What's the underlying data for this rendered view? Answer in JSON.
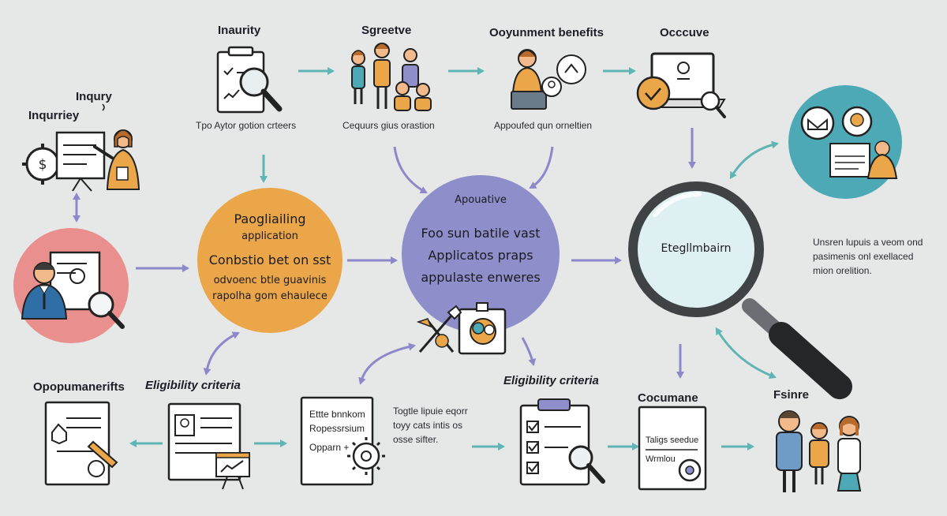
{
  "top": {
    "inquiry": {
      "title": "Inaurity",
      "caption": "Tpo Aytor gotion crteers"
    },
    "service": {
      "title": "Sgreetve",
      "caption": "Cequurs gius orastion"
    },
    "benefits": {
      "title": "Ooyunment benefits",
      "caption": "Appoufed qun orneltien"
    },
    "occur": {
      "title": "Occcuve"
    }
  },
  "left": {
    "inquiry_label_1": "Inqury",
    "inquiry_label_2": "Inqurriey"
  },
  "orange_circle": {
    "title_1": "Paogliailing",
    "title_2": "application",
    "line_1": "Conbstio bet on sst",
    "line_2": "odvoenc btle guavinis",
    "line_3": "rapolha gom ehaulece"
  },
  "purple_circle": {
    "title": "Apouative",
    "line_1": "Foo sun batile vast",
    "line_2": "Applicatos praps",
    "line_3": "appulaste enweres"
  },
  "magnifier": {
    "label": "Etegllmbairn"
  },
  "right_note": {
    "line_1": "Unsren lupuis a veom ond",
    "line_2": "pasimenis onl exellaced",
    "line_3": "mion orelition."
  },
  "bottom": {
    "opportunities": "Opopumanerifts",
    "eligibility_1": "Eligibility criteria",
    "doc_lines": [
      "Ettte bnnkom",
      "Ropessrsium",
      "Opparn +"
    ],
    "toggle_note": [
      "Togtle lipuie eqorr",
      "toyy cats intis os",
      "osse sifter."
    ],
    "eligibility_2": "Eligibility criteria",
    "document": {
      "title": "Cocumane",
      "line_1": "Taligs seedue",
      "line_2": "Wrmlou"
    },
    "future": "Fsinre"
  },
  "colors": {
    "background": "#e6e8e7",
    "orange": "#eaa649",
    "purple": "#8e8ecb",
    "pink": "#e98f8e",
    "teal": "#4ea9b6",
    "arrow_teal": "#5fb5b4",
    "arrow_purple": "#8c88c9",
    "skin": "#f2b98b",
    "hair": "#b76a2a"
  }
}
